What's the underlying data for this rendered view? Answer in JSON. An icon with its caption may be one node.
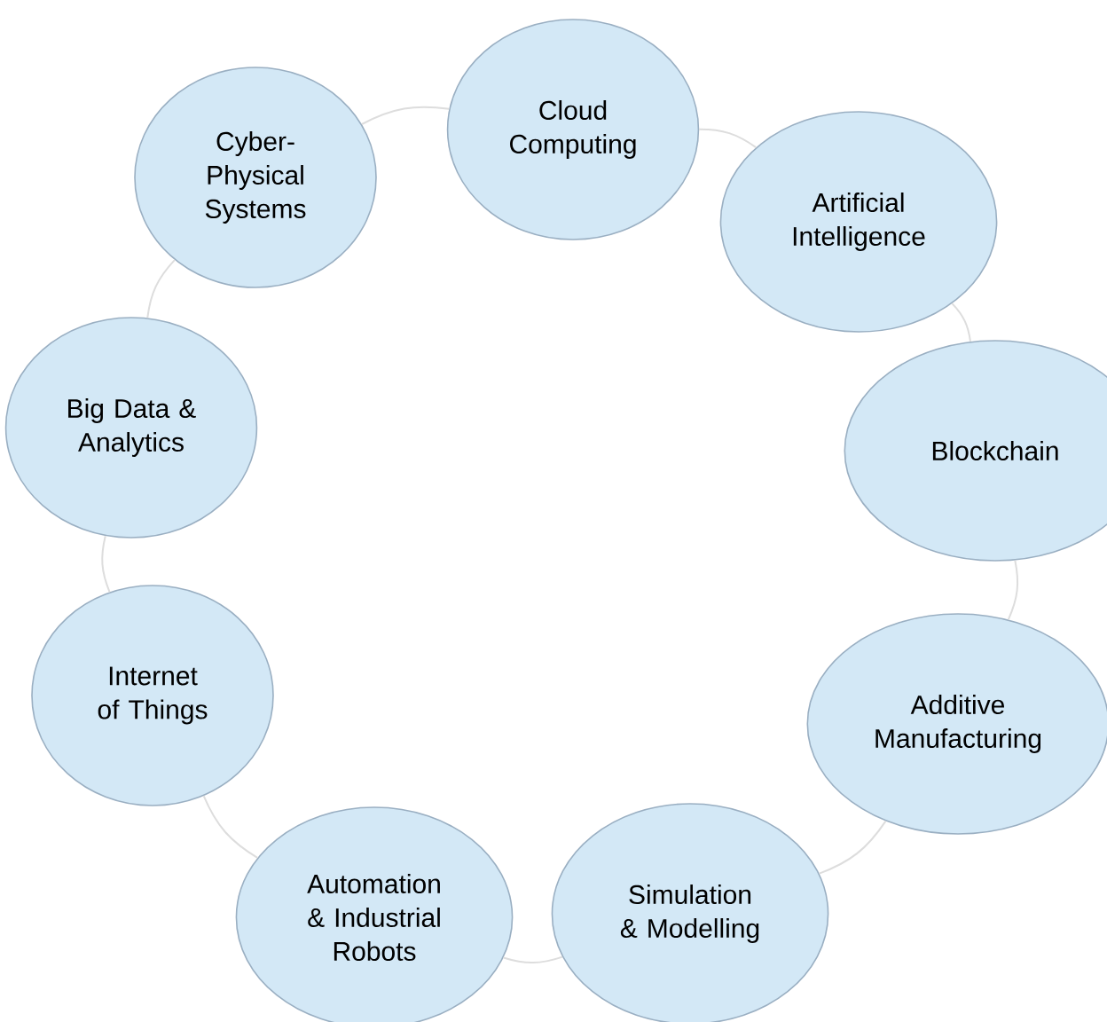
{
  "diagram": {
    "nodes": [
      {
        "text": [
          "Cloud Computing"
        ]
      },
      {
        "text": [
          "Artificial Intelligence"
        ]
      },
      {
        "text": [
          "Blockchain"
        ]
      },
      {
        "text": [
          "Additive Manufacturing"
        ]
      },
      {
        "text": [
          "Simulation & Modelling"
        ]
      },
      {
        "text": [
          "Automation & Industrial Robots"
        ]
      },
      {
        "text": [
          "Internet of Things"
        ]
      },
      {
        "text": [
          "Big Data & Analytics"
        ]
      },
      {
        "text": [
          "Cyber-Physical Systems"
        ]
      }
    ],
    "edges": [
      {
        "from": 0,
        "to": 1,
        "arrow": "none"
      },
      {
        "from": 1,
        "to": 2,
        "arrow": "none"
      },
      {
        "from": 2,
        "to": 3,
        "arrow": "none"
      },
      {
        "from": 3,
        "to": 4,
        "arrow": "none"
      },
      {
        "from": 4,
        "to": 5,
        "arrow": "none"
      },
      {
        "from": 5,
        "to": 6,
        "arrow": "none"
      },
      {
        "from": 6,
        "to": 7,
        "arrow": "none"
      },
      {
        "from": 7,
        "to": 8,
        "arrow": "none"
      },
      {
        "from": 8,
        "to": 0,
        "arrow": "none"
      }
    ]
  }
}
